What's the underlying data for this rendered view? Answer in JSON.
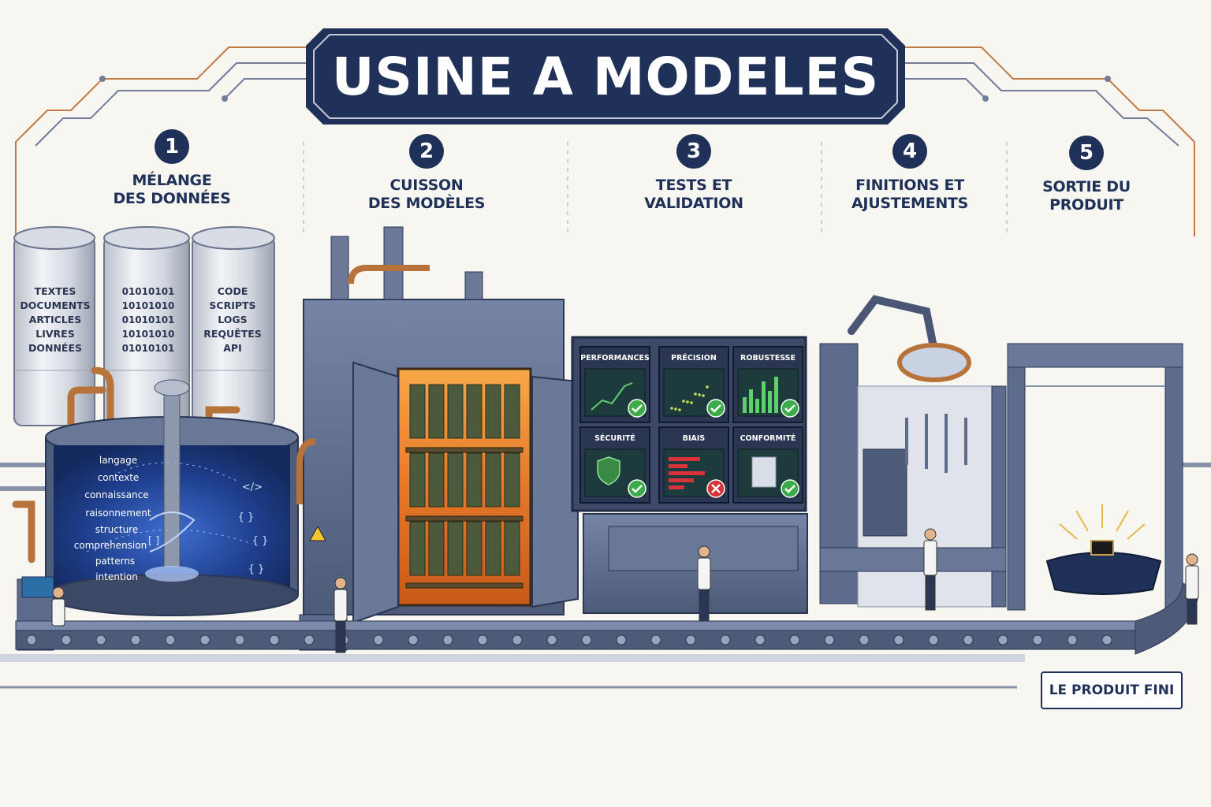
{
  "title": "USINE A MODELES",
  "steps": [
    {
      "number": "1",
      "label": "MÉLANGE\nDES DONNÉES"
    },
    {
      "number": "2",
      "label": "CUISSON\nDES MODÈLES"
    },
    {
      "number": "3",
      "label": "TESTS ET\nVALIDATION"
    },
    {
      "number": "4",
      "label": "FINITIONS ET\nAJUSTEMENTS"
    },
    {
      "number": "5",
      "label": "SORTIE DU\nPRODUIT"
    }
  ],
  "silos": [
    {
      "lines": [
        "TEXTES",
        "DOCUMENTS",
        "ARTICLES",
        "LIVRES",
        "DONNÉES"
      ]
    },
    {
      "lines": [
        "01010101",
        "10101010",
        "01010101",
        "10101010",
        "01010101"
      ]
    },
    {
      "lines": [
        "CODE",
        "SCRIPTS",
        "LOGS",
        "REQUÊTES",
        "API"
      ]
    }
  ],
  "mixer_words": [
    "langage",
    "contexte",
    "connaissance",
    "raisonnement",
    "structure",
    "comprehension",
    "patterns",
    "intention"
  ],
  "mixer_symbols": [
    "</>",
    "{ }",
    "{ }",
    "[ ]",
    "{ }"
  ],
  "test_panels": [
    {
      "label": "PERFORMANCES",
      "result": "pass"
    },
    {
      "label": "PRÉCISION",
      "result": "pass"
    },
    {
      "label": "ROBUSTESSE",
      "result": "pass"
    },
    {
      "label": "SÉCURITÉ",
      "result": "pass"
    },
    {
      "label": "BIAIS",
      "result": "fail"
    },
    {
      "label": "CONFORMITÉ",
      "result": "pass"
    }
  ],
  "final_label": "LE PRODUIT FINI",
  "colors": {
    "navy": "#1f3158",
    "steel": "#5d6c8c",
    "copper": "#b8733a",
    "oven_glow": "#f08a2a",
    "pass": "#3dab4a",
    "fail": "#d8333a",
    "screen": "#1d3a3c",
    "mixer": "#1c3e8a"
  }
}
